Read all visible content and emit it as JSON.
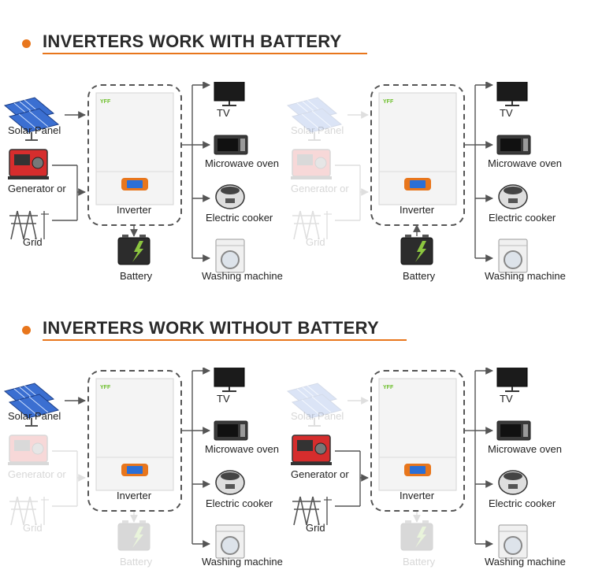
{
  "sections": [
    {
      "title": "INVERTERS WORK WITH BATTERY"
    },
    {
      "title": "INVERTERS WORK WITHOUT BATTERY"
    }
  ],
  "labels": {
    "solar": "Solar Panel",
    "generator": "Generator or",
    "grid": "Grid",
    "inverter": "Inverter",
    "battery": "Battery",
    "tv": "TV",
    "microwave": "Microwave oven",
    "cooker": "Electric cooker",
    "washer": "Washing machine",
    "brand": "YFF"
  },
  "colors": {
    "accent": "#e8761c",
    "screen": "#2b6fd6",
    "dash": "#555555"
  },
  "panels": [
    {
      "id": "with-battery-grid",
      "solar": true,
      "generator": true,
      "grid": true,
      "battery": true,
      "battery_direction": "charge"
    },
    {
      "id": "with-battery-only",
      "solar": false,
      "generator": false,
      "grid": false,
      "battery": true,
      "battery_direction": "discharge"
    },
    {
      "id": "without-battery-solar",
      "solar": true,
      "generator": false,
      "grid": false,
      "battery": false
    },
    {
      "id": "without-battery-generator-grid",
      "solar": false,
      "generator": true,
      "grid": true,
      "battery": false
    }
  ]
}
